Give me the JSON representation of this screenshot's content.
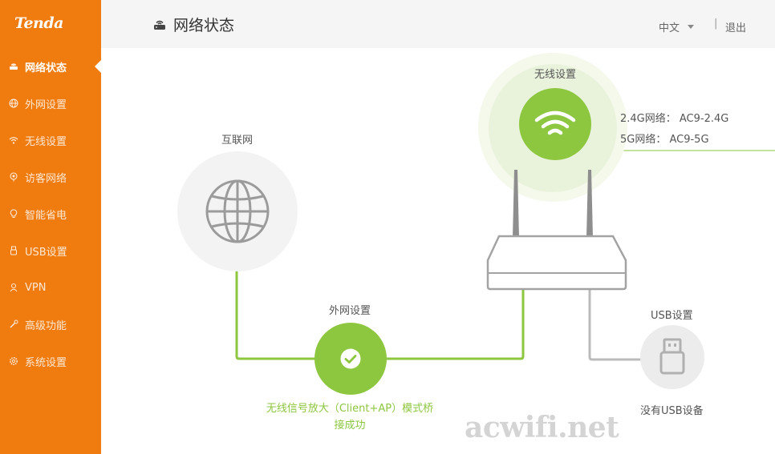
{
  "brand": {
    "logo_text": "Tenda",
    "accent": "#f07c0f",
    "green": "#8dc63f"
  },
  "sidebar": {
    "items": [
      {
        "label": "网络状态",
        "icon": "router-status-icon",
        "active": true
      },
      {
        "label": "外网设置",
        "icon": "globe-icon",
        "active": false
      },
      {
        "label": "无线设置",
        "icon": "wifi-icon",
        "active": false
      },
      {
        "label": "访客网络",
        "icon": "guest-icon",
        "active": false
      },
      {
        "label": "智能省电",
        "icon": "bulb-icon",
        "active": false
      },
      {
        "label": "USB设置",
        "icon": "usb-icon",
        "active": false
      },
      {
        "label": "VPN",
        "icon": "vpn-icon",
        "active": false
      },
      {
        "label": "高级功能",
        "icon": "tools-icon",
        "active": false
      },
      {
        "label": "系统设置",
        "icon": "gear-icon",
        "active": false
      }
    ]
  },
  "header": {
    "title": "网络状态",
    "language": "中文",
    "separator": "|",
    "logout": "退出"
  },
  "main": {
    "internet": {
      "label": "互联网"
    },
    "wan": {
      "label": "外网设置",
      "status": "无线信号放大（Client+AP）模式桥接成功"
    },
    "wireless": {
      "label": "无线设置",
      "ssid_24": "2.4G网络：  AC9-2.4G",
      "ssid_5": "5G网络：  AC9-5G"
    },
    "usb": {
      "label": "USB设置",
      "status": "没有USB设备"
    },
    "watermark": "acwifi.net"
  }
}
